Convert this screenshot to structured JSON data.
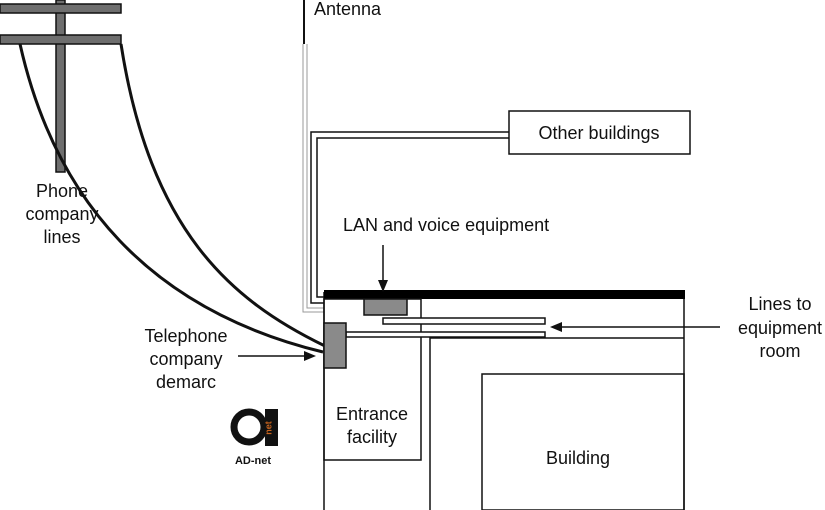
{
  "labels": {
    "antenna": "Antenna",
    "other_buildings": "Other buildings",
    "phone_company_lines": [
      "Phone",
      "company",
      "lines"
    ],
    "lan_voice_equipment": "LAN and voice equipment",
    "lines_to_equipment_room": [
      "Lines to",
      "equipment",
      "room"
    ],
    "telephone_company_demarc": [
      "Telephone",
      "company",
      "demarc"
    ],
    "entrance_facility": [
      "Entrance",
      "facility"
    ],
    "building": "Building"
  },
  "logo": {
    "text": "AD-net",
    "mark_letters": "net"
  },
  "colors": {
    "line": "#111111",
    "equipment_fill": "#8a8a8a",
    "pole_fill": "#6e6e6e",
    "roof": "#000000",
    "logo_accent": "#c8641e"
  }
}
